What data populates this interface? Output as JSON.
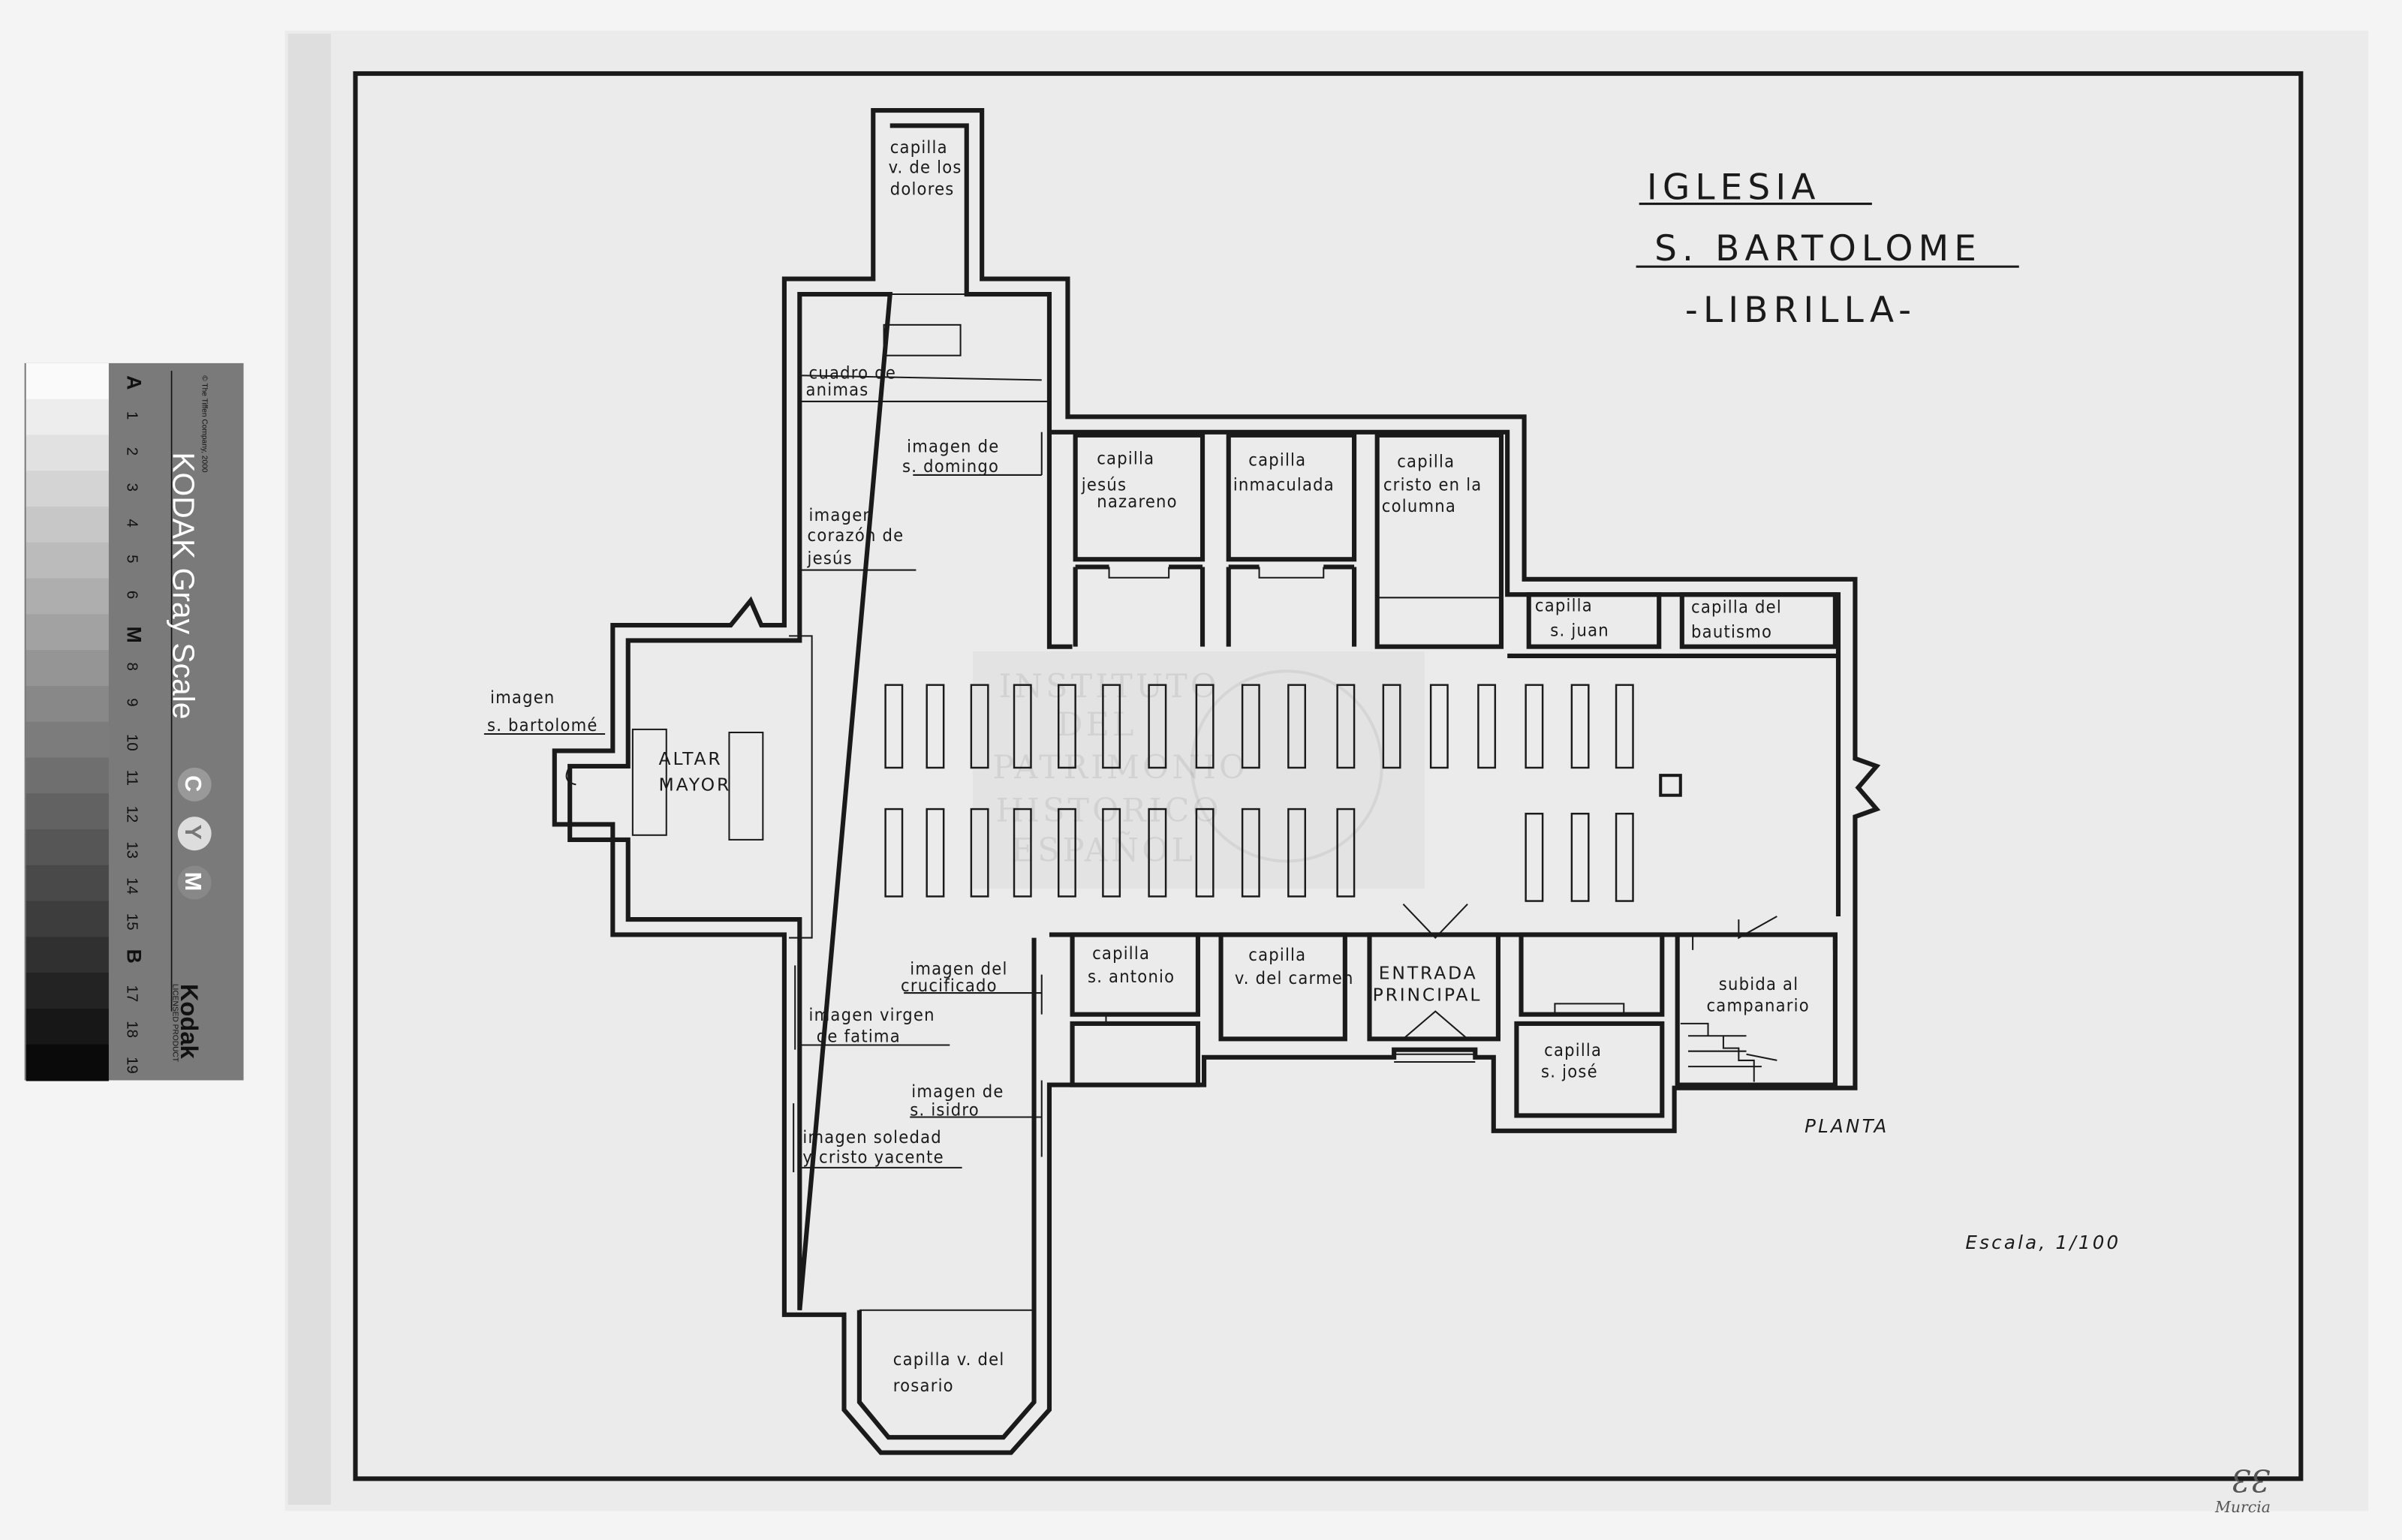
{
  "title": {
    "line1": "IGLESIA",
    "line2": "S. BARTOLOME",
    "line3": "-LIBRILLA-"
  },
  "plan_label": "PLANTA",
  "scale": "Escala, 1/100",
  "watermark": [
    "INSTITUTO",
    "DEL",
    "PATRIMONIO",
    "HISTORICO",
    "ESPAÑOL"
  ],
  "handwritten": {
    "number": "33",
    "place": "Murcia"
  },
  "labels": {
    "dolores": [
      "capilla",
      "v. de los",
      "dolores"
    ],
    "animas": [
      "cuadro de",
      "animas"
    ],
    "domingo": [
      "imagen de",
      "s. domingo"
    ],
    "corazon": [
      "imagen",
      "corazón de",
      "jesús"
    ],
    "bartolome": [
      "imagen",
      "s. bartolomé"
    ],
    "altar": [
      "ALTAR",
      "MAYOR"
    ],
    "nazareno": [
      "capilla",
      "jesús",
      "nazareno"
    ],
    "inmaculada": [
      "capilla",
      "inmaculada"
    ],
    "columna": [
      "capilla",
      "cristo en la",
      "columna"
    ],
    "juan": [
      "capilla",
      "s. juan"
    ],
    "bautismo": [
      "capilla del",
      "bautismo"
    ],
    "antonio": [
      "capilla",
      "s. antonio"
    ],
    "carmen": [
      "capilla",
      "v. del carmen"
    ],
    "entrada": [
      "ENTRADA",
      "PRINCIPAL"
    ],
    "crucificado": [
      "imagen del",
      "crucificado"
    ],
    "fatima": [
      "imagen virgen",
      "de fatima"
    ],
    "campanario": [
      "subida al",
      "campanario"
    ],
    "jose": [
      "capilla",
      "s. josé"
    ],
    "isidro": [
      "imagen de",
      "s. isidro"
    ],
    "soledad": [
      "imagen soledad",
      "y cristo yacente"
    ],
    "rosario": [
      "capilla v. del",
      "rosario"
    ]
  },
  "kodak": {
    "copyright": "© The Tiffen Company, 2000",
    "title": "KODAK Gray Scale",
    "steps": [
      "A",
      "1",
      "2",
      "3",
      "4",
      "5",
      "6",
      "M",
      "8",
      "9",
      "10",
      "11",
      "12",
      "13",
      "14",
      "15",
      "B",
      "17",
      "18",
      "19"
    ],
    "colors": [
      "C",
      "Y",
      "M"
    ],
    "brand": "Kodak",
    "licensed": "LICENSED PRODUCT"
  },
  "colors": {
    "ink": "#1a1a1a",
    "sheet": "#ebebeb",
    "card": "#7a7a7a"
  }
}
